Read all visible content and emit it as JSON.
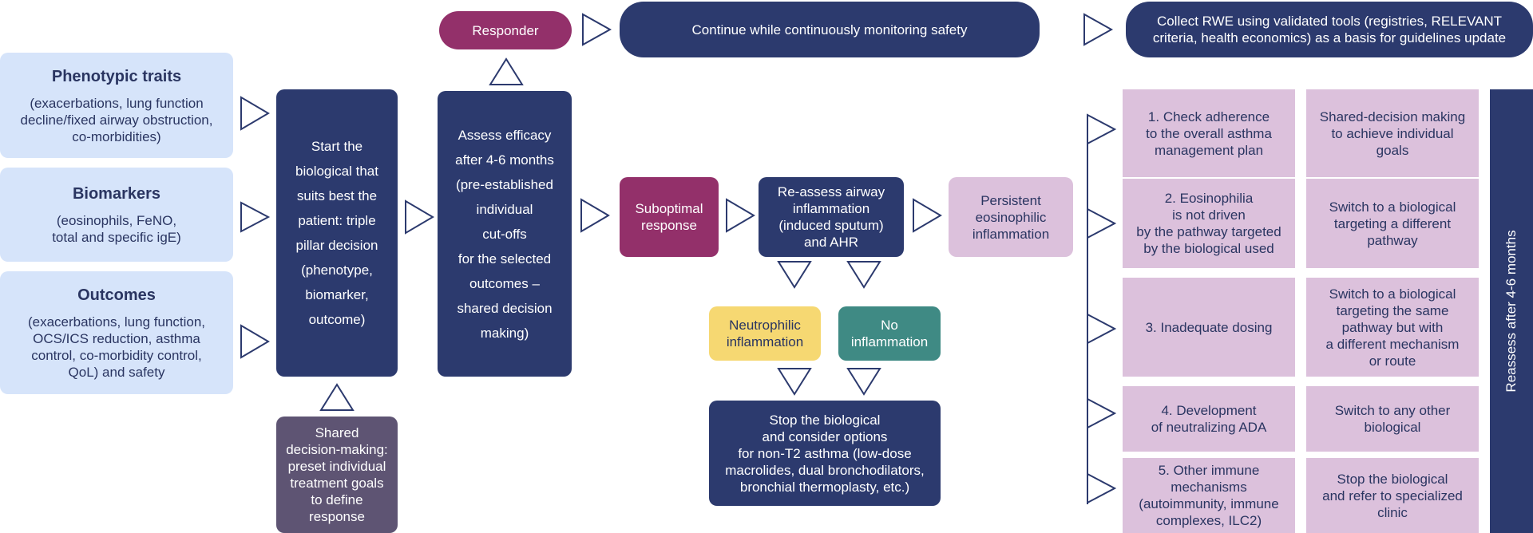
{
  "inputs": {
    "phenotypic": {
      "title": "Phenotypic traits",
      "body": "(exacerbations, lung function\ndecline/fixed airway obstruction,\nco-morbidities)"
    },
    "biomarkers": {
      "title": "Biomarkers",
      "body": "(eosinophils, FeNO,\ntotal and specific igE)"
    },
    "outcomes": {
      "title": "Outcomes",
      "body": "(exacerbations, lung function,\nOCS/ICS reduction, asthma\ncontrol, co-morbidity control,\nQoL) and safety"
    }
  },
  "start": "Start the\nbiological that\nsuits best the\npatient: triple\npillar decision\n(phenotype,\nbiomarker,\noutcome)",
  "shared_goals": "Shared\ndecision-making:\npreset individual\ntreatment goals\nto define\nresponse",
  "assess": "Assess efficacy\nafter 4-6  months\n(pre-established\nindividual\ncut-offs\nfor the selected\noutcomes –\nshared decision\nmaking)",
  "responder": "Responder",
  "continue": "Continue while continuously monitoring safety",
  "collect_rwe": "Collect RWE using validated tools (registries, RELEVANT\ncriteria, health economics) as a basis for guidelines update",
  "suboptimal": "Suboptimal\nresponse",
  "reassess_airway": "Re-assess airway\ninflammation\n(induced sputum)\nand AHR",
  "persistent": "Persistent\neosinophilic\ninflammation",
  "neutrophilic": "Neutrophilic\ninflammation",
  "no_inflammation": "No\ninflammation",
  "stop_nont2": "Stop the biological\nand consider options\nfor non-T2 asthma (low-dose\nmacrolides, dual bronchodilators,\nbronchial thermoplasty, etc.)",
  "checks": [
    {
      "cause": "1. Check adherence\nto the overall asthma\nmanagement plan",
      "action": "Shared-decision making\nto achieve individual\ngoals"
    },
    {
      "cause": "2. Eosinophilia\nis not driven\nby the pathway targeted\nby the biological used",
      "action": "Switch to a biological\ntargeting a different\npathway"
    },
    {
      "cause": "3. Inadequate dosing",
      "action": "Switch to a biological\ntargeting the same\npathway but with\na different mechanism\nor route"
    },
    {
      "cause": "4. Development\nof neutralizing ADA",
      "action": "Switch to any other\nbiological"
    },
    {
      "cause": "5. Other immune\nmechanisms\n(autoimmunity, immune\ncomplexes, ILC2)",
      "action": "Stop the biological\nand refer to specialized\nclinic"
    }
  ],
  "reassess_label": "Reassess after 4-6  months",
  "colors": {
    "navy": "#2c3a6e",
    "light_blue": "#d6e4fa",
    "magenta": "#93306a",
    "lavender": "#dcc1dc",
    "yellow": "#f6d872",
    "teal": "#3f8a84",
    "grey_purple": "#5e5473"
  }
}
